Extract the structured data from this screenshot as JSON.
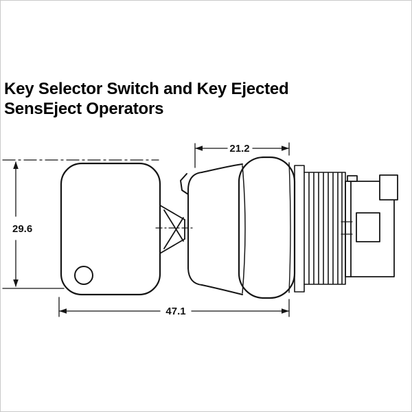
{
  "title": {
    "line1": "Key Selector Switch and Key Ejected",
    "line2": "SensEject Operators"
  },
  "diagram": {
    "description": "Dimensional side-view line drawing of a key inserted into a key selector switch operator",
    "dimensions": {
      "top_width": "21.2",
      "key_height": "29.6",
      "overall_width": "47.1"
    }
  },
  "colors": {
    "line": "#151515",
    "background": "#ffffff",
    "border": "#c9c9c9"
  }
}
